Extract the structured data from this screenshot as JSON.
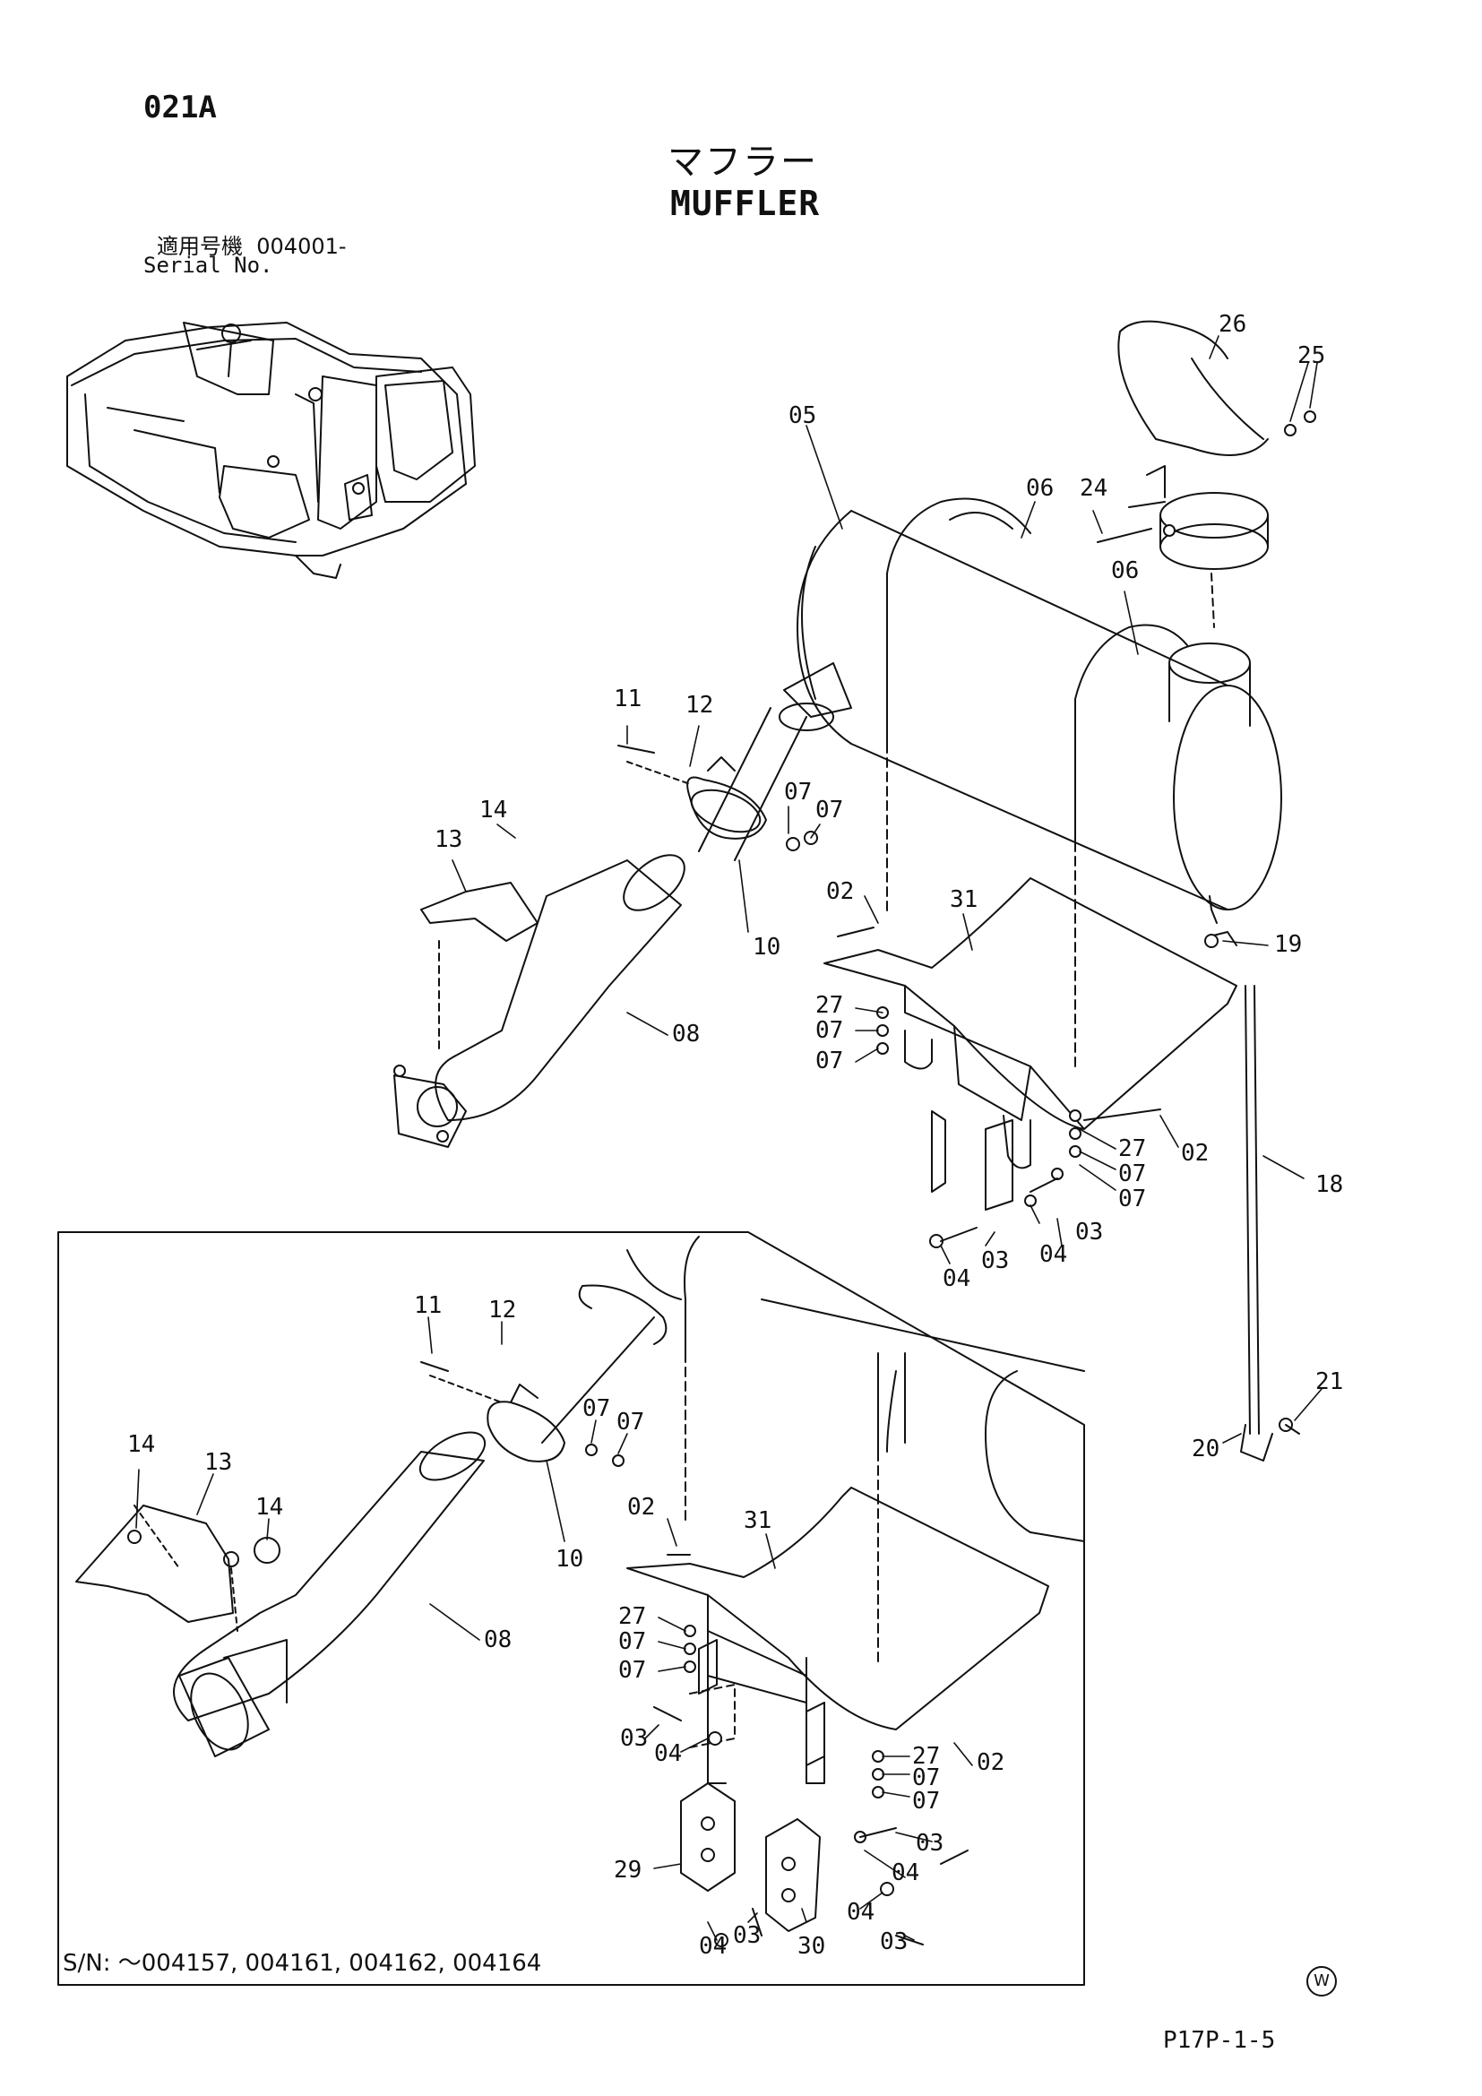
{
  "header": {
    "page_code": "021A",
    "title_jp": "マフラー",
    "title_en": "MUFFLER",
    "serial_label_jp": "適用号機",
    "serial_value": "004001-",
    "serial_label_en": "Serial No."
  },
  "inset": {
    "sn_note": "S/N: ～004157, 004161, 004162, 004164"
  },
  "footer": {
    "page_number": "P17P-1-5",
    "mark": "W"
  },
  "callouts_main": [
    "26",
    "25",
    "05",
    "06",
    "24",
    "06",
    "11",
    "12",
    "14",
    "13",
    "07",
    "07",
    "10",
    "02",
    "31",
    "19",
    "08",
    "27",
    "07",
    "07",
    "27",
    "02",
    "07",
    "07",
    "18",
    "03",
    "04",
    "03",
    "04"
  ],
  "callouts_inset": [
    "11",
    "12",
    "07",
    "07",
    "14",
    "13",
    "14",
    "10",
    "02",
    "31",
    "08",
    "27",
    "07",
    "07",
    "03",
    "04",
    "27",
    "02",
    "07",
    "07",
    "03",
    "29",
    "04",
    "04",
    "03",
    "04",
    "03",
    "30",
    "21",
    "20"
  ]
}
